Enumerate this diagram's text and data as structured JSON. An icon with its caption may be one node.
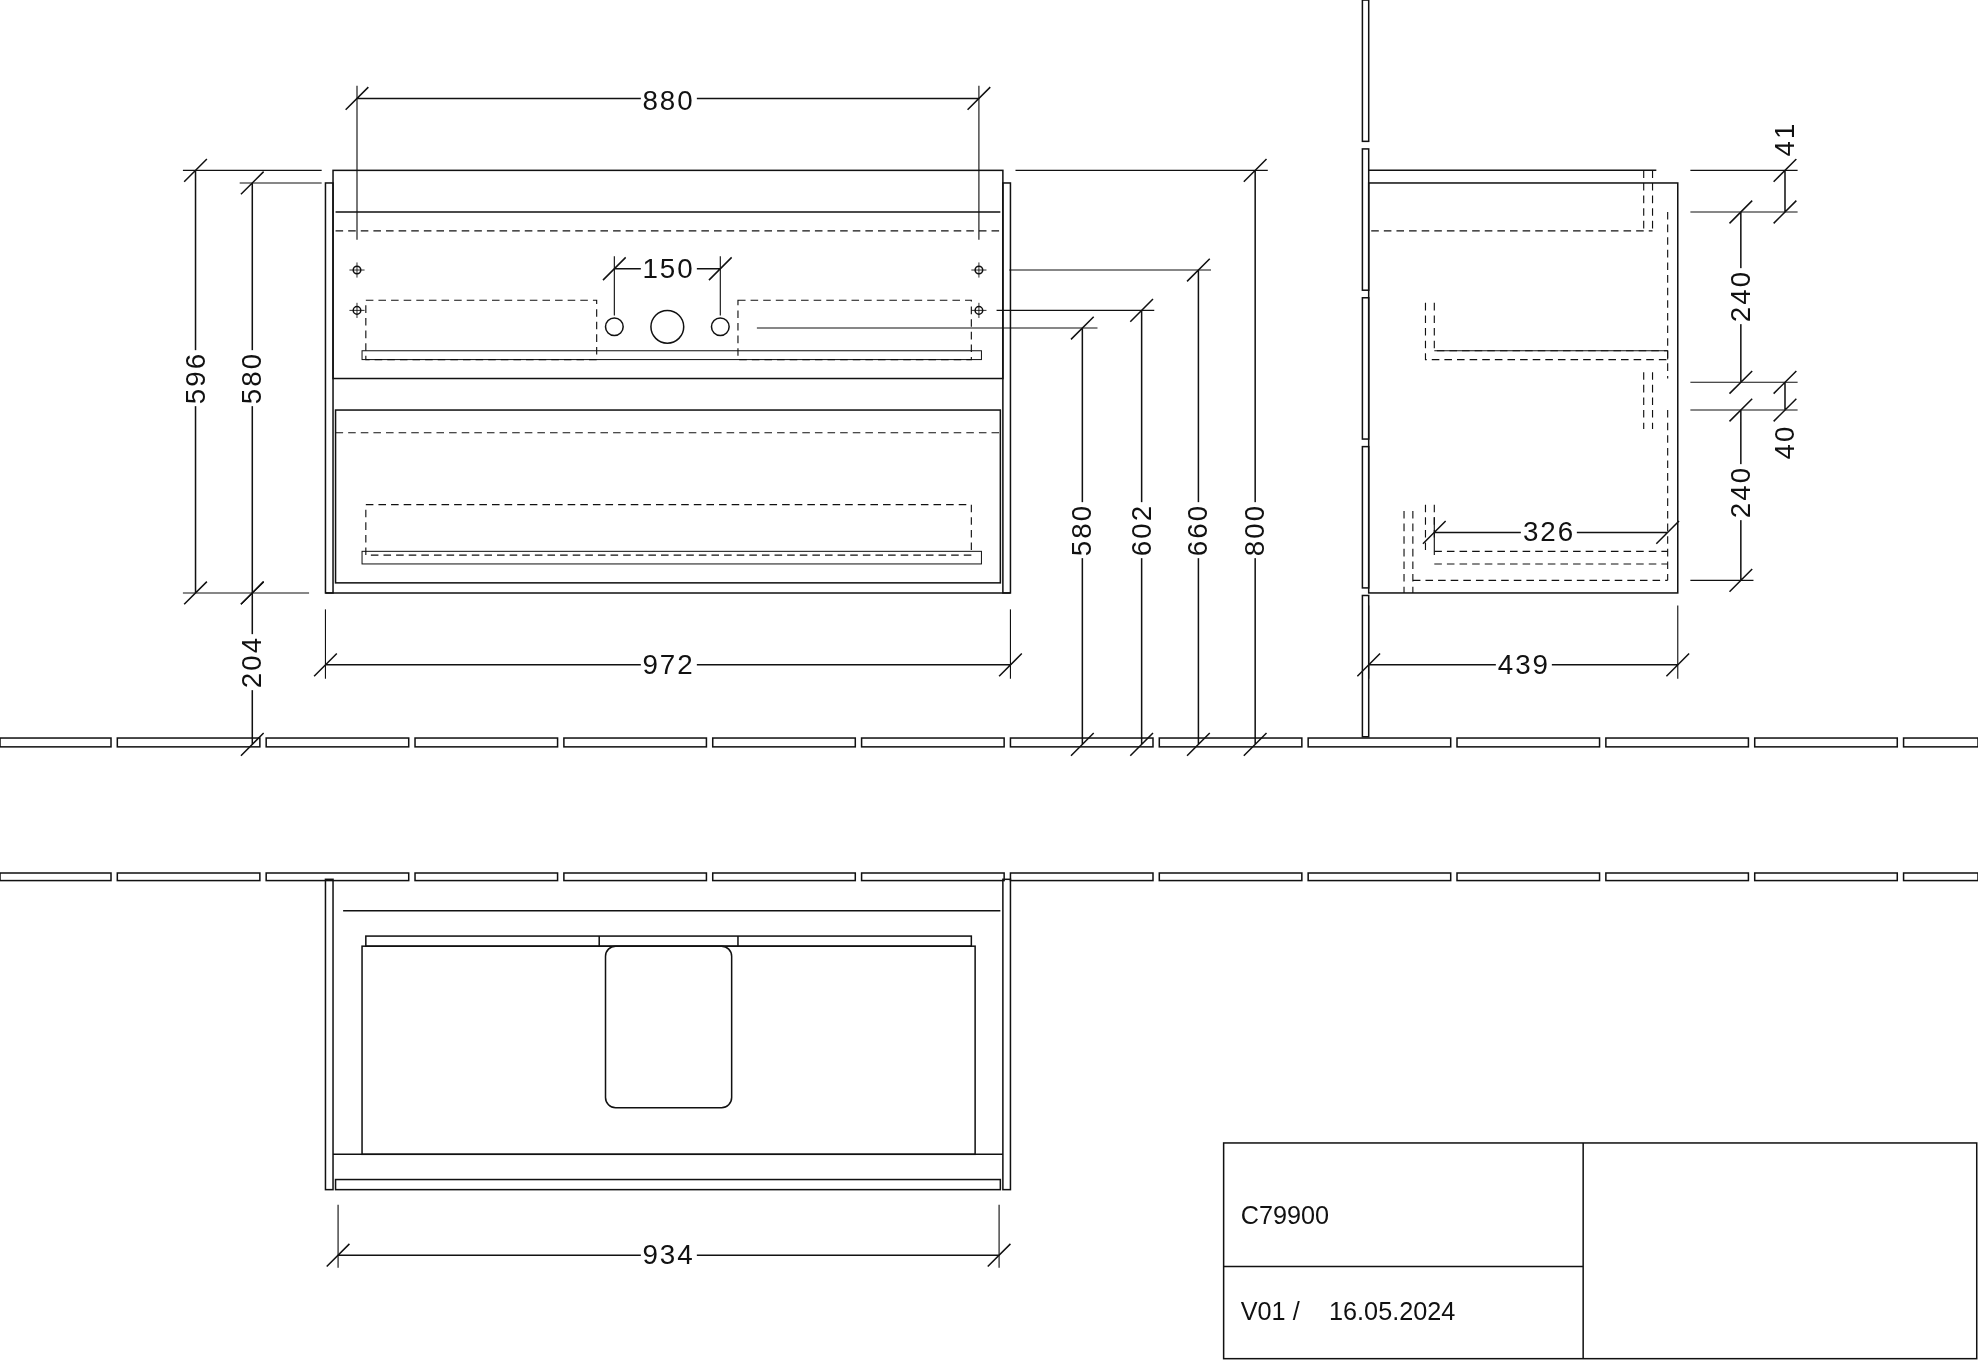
{
  "diagram": {
    "labels": [
      "880",
      "150",
      "596",
      "580",
      "580",
      "602",
      "660",
      "800",
      "204",
      "972",
      "41",
      "240",
      "40",
      "240",
      "326",
      "439",
      "934",
      "C79900",
      "V01 /",
      "16.05.2024"
    ]
  }
}
